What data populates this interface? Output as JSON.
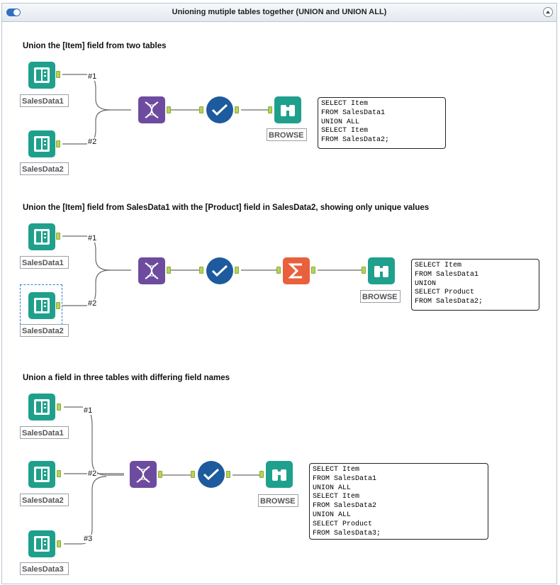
{
  "window": {
    "title": "Unioning mutiple tables together (UNION and UNION ALL)"
  },
  "sections": [
    {
      "heading": "Union the [Item] field from two tables",
      "inputs": [
        "SalesData1",
        "SalesData2"
      ],
      "connections": [
        "#1",
        "#2"
      ],
      "browse_label": "BROWSE",
      "sql": [
        "SELECT Item",
        "FROM SalesData1",
        "UNION ALL",
        "SELECT Item",
        "FROM SalesData2;"
      ]
    },
    {
      "heading": "Union the [Item] field from SalesData1 with the [Product] field in SalesData2, showing only unique values",
      "inputs": [
        "SalesData1",
        "SalesData2"
      ],
      "connections": [
        "#1",
        "#2"
      ],
      "browse_label": "BROWSE",
      "sql": [
        "SELECT Item",
        "FROM SalesData1",
        "UNION",
        "SELECT Product",
        "FROM SalesData2;"
      ]
    },
    {
      "heading": "Union a field in three tables with differing field names",
      "inputs": [
        "SalesData1",
        "SalesData2",
        "SalesData3"
      ],
      "connections": [
        "#1",
        "#2",
        "#3"
      ],
      "browse_label": "BROWSE",
      "sql": [
        "SELECT Item",
        "FROM SalesData1",
        "UNION ALL",
        "SELECT Item",
        "FROM SalesData2",
        "UNION ALL",
        "SELECT Product",
        "FROM SalesData3;"
      ]
    }
  ],
  "icons": {
    "input": "book-icon",
    "union": "dna-icon",
    "select": "checkmark-icon",
    "summarize": "sigma-icon",
    "browse": "binoculars-icon"
  },
  "colors": {
    "input_tool": "#1fa08c",
    "union_tool": "#6d4c9f",
    "select_tool": "#1d5a9e",
    "summarize_tool": "#e8603c",
    "browse_tool": "#1fa08c",
    "anchor": "#b5d35a"
  }
}
